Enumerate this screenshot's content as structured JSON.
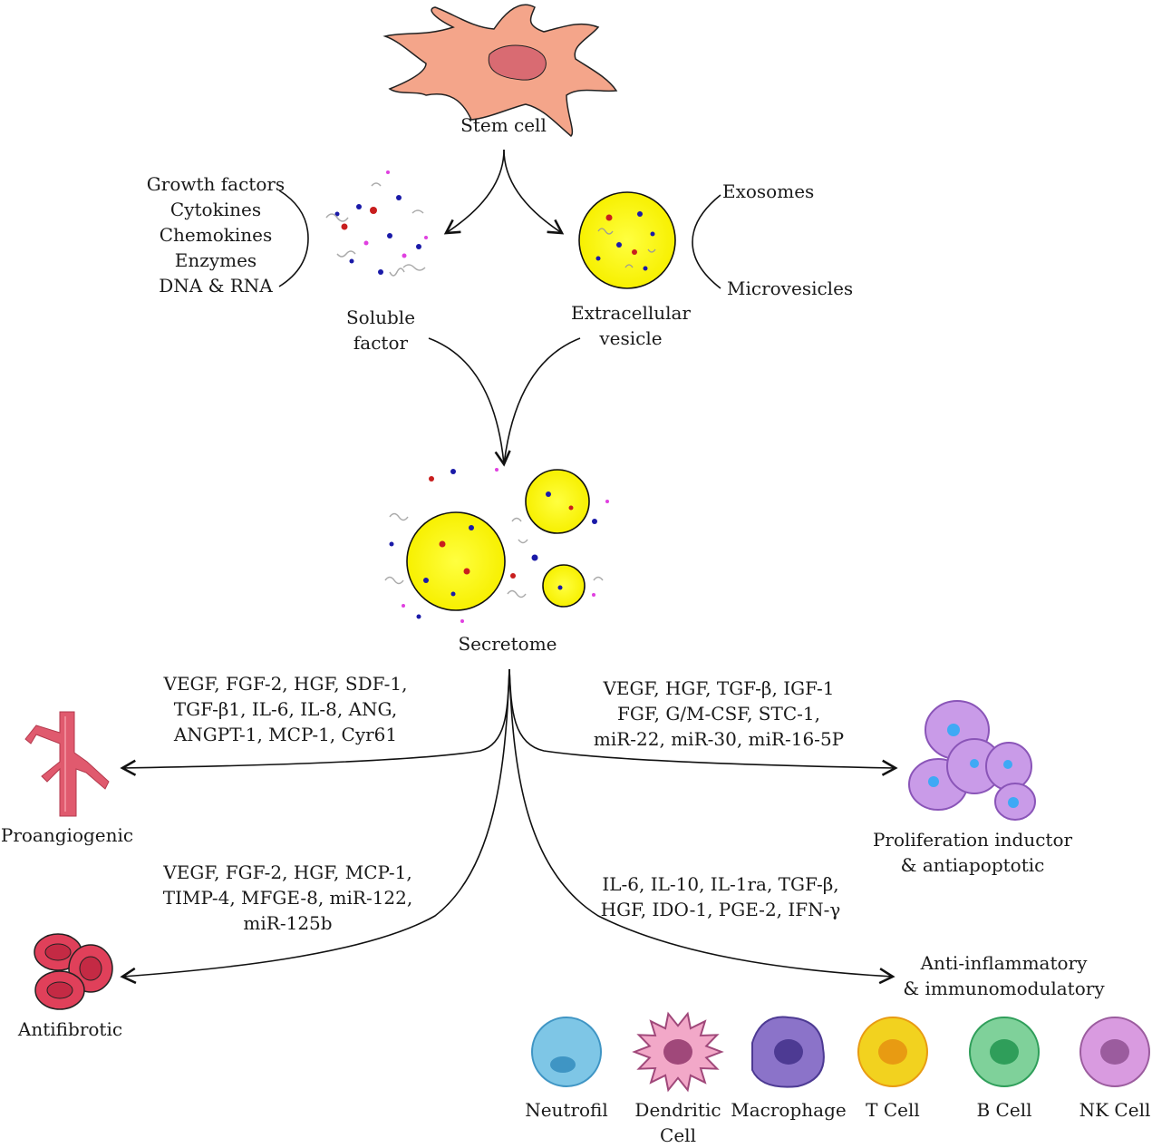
{
  "stem_cell": {
    "label": "Stem cell"
  },
  "soluble_factor": {
    "label_line1": "Soluble",
    "label_line2": "factor",
    "components": [
      "Growth factors",
      "Cytokines",
      "Chemokines",
      "Enzymes",
      "DNA & RNA"
    ]
  },
  "extracellular_vesicle": {
    "label_line1": "Extracellular",
    "label_line2": "vesicle",
    "types": [
      "Exosomes",
      "Microvesicles"
    ]
  },
  "secretome": {
    "label": "Secretome"
  },
  "outcomes": {
    "proangiogenic": {
      "label": "Proangiogenic",
      "factors": [
        "VEGF, FGF-2,  HGF, SDF-1,",
        "TGF-β1, IL-6, IL-8, ANG,",
        "ANGPT-1, MCP-1, Cyr61"
      ]
    },
    "proliferation": {
      "label_line1": "Proliferation inductor",
      "label_line2": "& antiapoptotic",
      "factors": [
        "VEGF,  HGF, TGF-β, IGF-1",
        "FGF, G/M-CSF, STC-1,",
        "miR-22, miR-30, miR-16-5P"
      ]
    },
    "antifibrotic": {
      "label": "Antifibrotic",
      "factors": [
        "VEGF, FGF-2,  HGF, MCP-1,",
        "TIMP-4, MFGE-8, miR-122,",
        "miR-125b"
      ]
    },
    "anti_inflammatory": {
      "label_line1": "Anti-inflammatory",
      "label_line2": "& immunomodulatory",
      "factors": [
        "IL-6, IL-10, IL-1ra, TGF-β,",
        "HGF, IDO-1, PGE-2, IFN-γ"
      ]
    }
  },
  "immune_cells": [
    {
      "label_line1": "Neutrofil",
      "label_line2": "",
      "color": "#7ec6e6",
      "nucleus": "#3f95c4"
    },
    {
      "label_line1": "Dendritic",
      "label_line2": "Cell",
      "color": "#f2a8c8",
      "nucleus": "#a0487a"
    },
    {
      "label_line1": "Macrophage",
      "label_line2": "",
      "color": "#8b73c9",
      "nucleus": "#4d3a93"
    },
    {
      "label_line1": "T Cell",
      "label_line2": "",
      "color": "#f2d21f",
      "nucleus": "#e89b12"
    },
    {
      "label_line1": "B Cell",
      "label_line2": "",
      "color": "#7fd19a",
      "nucleus": "#2f9e5a"
    },
    {
      "label_line1": "NK Cell",
      "label_line2": "",
      "color": "#d99be0",
      "nucleus": "#9b5c9e"
    }
  ],
  "colors": {
    "stem_cell_body": "#f4a58a",
    "stem_cell_nucleus": "#d96b72",
    "vesicle_fill": "#ffff00",
    "vessel": "#e05a6e",
    "rbc": "#e0405a",
    "prolif_cell": "#c99be8"
  }
}
